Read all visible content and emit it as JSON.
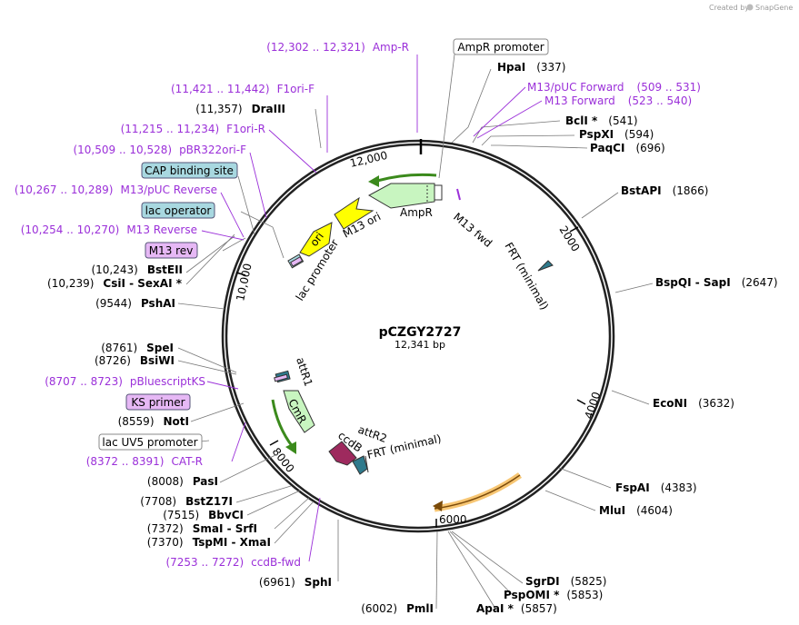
{
  "credit": {
    "prefix": "Created by",
    "brand": "SnapGene"
  },
  "plasmid": {
    "name": "pCZGY2727",
    "length_label": "12,341 bp"
  },
  "ticks": [
    "2000",
    "4000",
    "6000",
    "8000",
    "10,000",
    "12,000"
  ],
  "enzymes": [
    {
      "name": "HpaI",
      "pos": "(337)"
    },
    {
      "name": "BclI *",
      "pos": "(541)"
    },
    {
      "name": "PspXI",
      "pos": "(594)"
    },
    {
      "name": "PaqCI",
      "pos": "(696)"
    },
    {
      "name": "BstAPI",
      "pos": "(1866)"
    },
    {
      "name": "BspQI  -  SapI",
      "pos": "(2647)"
    },
    {
      "name": "EcoNI",
      "pos": "(3632)"
    },
    {
      "name": "FspAI",
      "pos": "(4383)"
    },
    {
      "name": "MluI",
      "pos": "(4604)"
    },
    {
      "name": "SgrDI",
      "pos": "(5825)"
    },
    {
      "name": "PspOMI *",
      "pos": "(5853)"
    },
    {
      "name": "ApaI *",
      "pos": "(5857)"
    },
    {
      "name": "PmlI",
      "pos": "(6002)"
    },
    {
      "name": "SphI",
      "pos": "(6961)"
    },
    {
      "name": "TspMI  -  XmaI",
      "pos": "(7370)"
    },
    {
      "name": "SmaI  -  SrfI",
      "pos": "(7372)"
    },
    {
      "name": "BbvCI",
      "pos": "(7515)"
    },
    {
      "name": "BstZ17I",
      "pos": "(7708)"
    },
    {
      "name": "PasI",
      "pos": "(8008)"
    },
    {
      "name": "NotI",
      "pos": "(8559)"
    },
    {
      "name": "BsiWI",
      "pos": "(8726)"
    },
    {
      "name": "SpeI",
      "pos": "(8761)"
    },
    {
      "name": "PshAI",
      "pos": "(9544)"
    },
    {
      "name": "CsiI  -  SexAI *",
      "pos": "(10,239)"
    },
    {
      "name": "BstEII",
      "pos": "(10,243)"
    },
    {
      "name": "DraIII",
      "pos": "(11,357)"
    }
  ],
  "primers": [
    {
      "name": "Amp-R",
      "pos": "(12,302 .. 12,321)"
    },
    {
      "name": "F1ori-F",
      "pos": "(11,421 .. 11,442)"
    },
    {
      "name": "F1ori-R",
      "pos": "(11,215 .. 11,234)"
    },
    {
      "name": "pBR322ori-F",
      "pos": "(10,509 .. 10,528)"
    },
    {
      "name": "M13/pUC Reverse",
      "pos": "(10,267 .. 10,289)"
    },
    {
      "name": "M13 Reverse",
      "pos": "(10,254 .. 10,270)"
    },
    {
      "name": "M13/pUC Forward",
      "pos": "(509 .. 531)"
    },
    {
      "name": "M13 Forward",
      "pos": "(523 .. 540)"
    },
    {
      "name": "pBluescriptKS",
      "pos": "(8707 .. 8723)"
    },
    {
      "name": "CAT-R",
      "pos": "(8372 .. 8391)"
    },
    {
      "name": "ccdB-fwd",
      "pos": "(7253 .. 7272)"
    }
  ],
  "boxed_labels": {
    "ampr_promoter": "AmpR promoter",
    "cap_binding_site": "CAP binding site",
    "lac_operator": "lac operator",
    "m13_rev": "M13 rev",
    "ks_primer": "KS primer",
    "lac_uv5_promoter": "lac UV5 promoter"
  },
  "features": {
    "ampr": "AmpR",
    "m13_ori": "M13 ori",
    "ori": "ori",
    "lac_promoter": "lac promoter",
    "m13_fwd": "M13 fwd",
    "frt_top": "FRT (minimal)",
    "attr1": "attR1",
    "cmr": "CmR",
    "attr2": "attR2",
    "ccdb": "ccdB",
    "frt_bottom": "FRT (minimal)"
  },
  "colors": {
    "backbone": "#222222",
    "primer": "#9B30D9",
    "ampr_fill": "#C8F5C0",
    "ori_fill": "#FFFF00",
    "gene_green": "#3B8A1C",
    "frt": "#2E7A8C",
    "ccdb": "#9E2A5E",
    "orange_arc": "#F5B850",
    "box_blue": "#A8D8E0",
    "box_purple": "#E6B8F5"
  }
}
